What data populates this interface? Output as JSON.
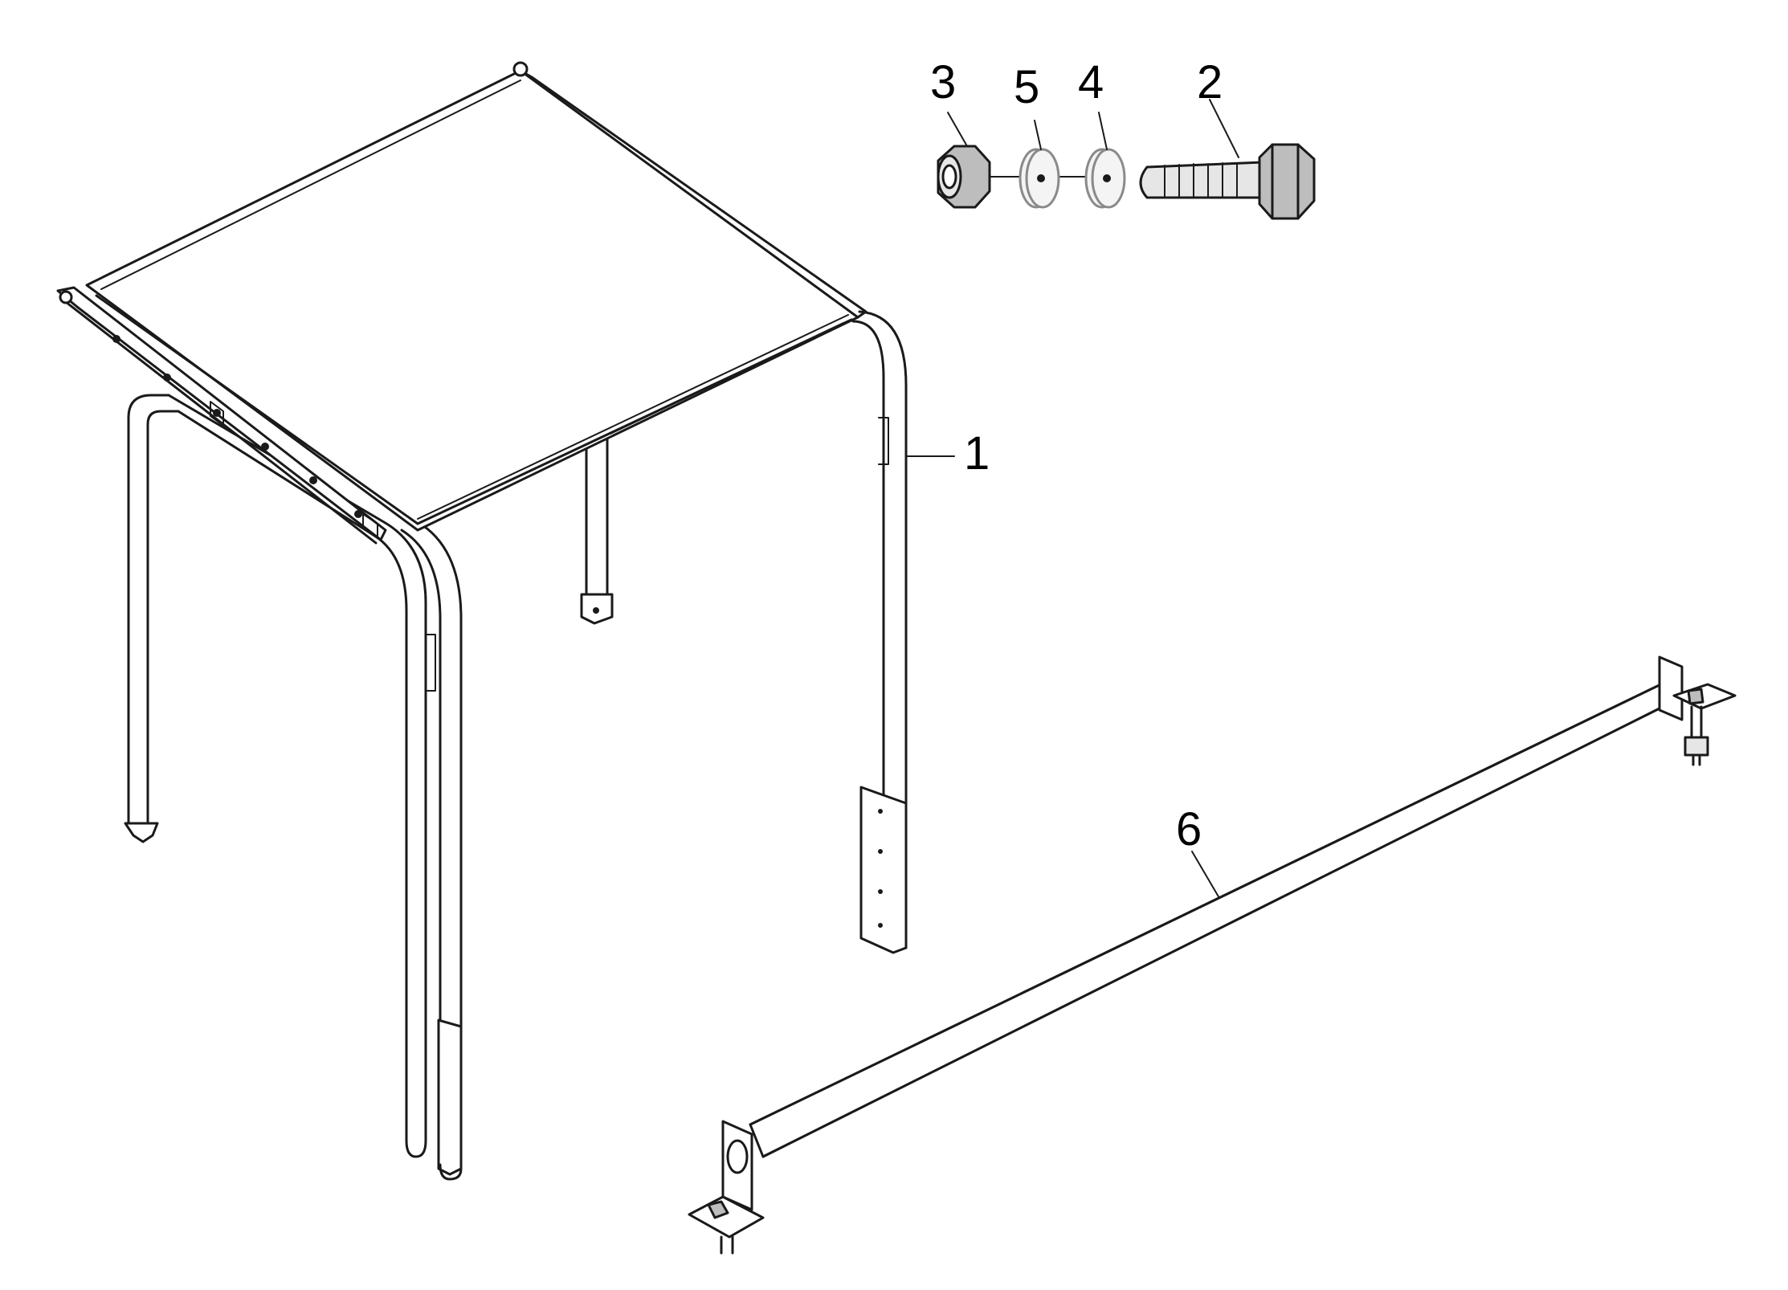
{
  "callouts": {
    "part_1": "1",
    "part_2": "2",
    "part_3": "3",
    "part_4": "4",
    "part_5": "5",
    "part_6": "6"
  },
  "colors": {
    "line": "#1a1a1a",
    "background": "#ffffff",
    "washer_outline": "#8a8a8a"
  }
}
